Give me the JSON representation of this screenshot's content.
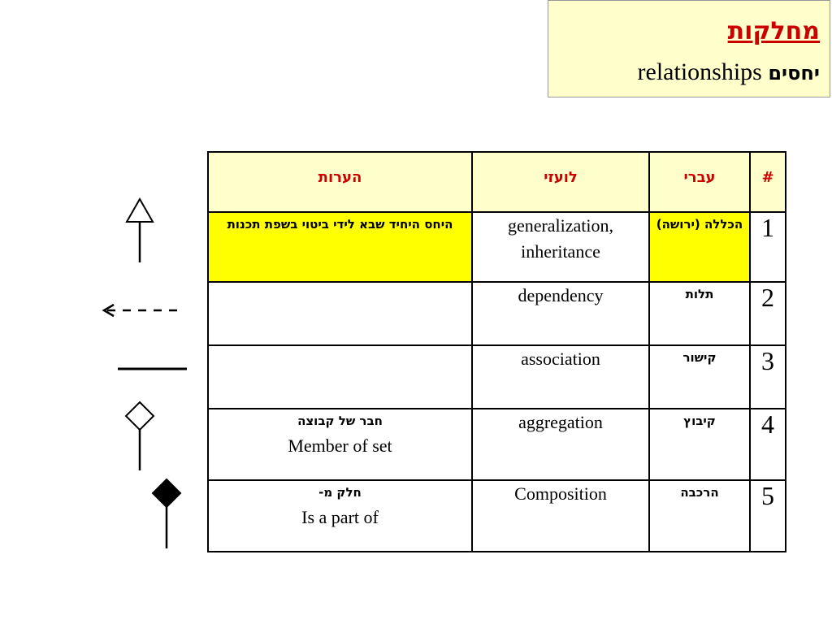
{
  "title": {
    "main": "מחלקות",
    "sub_en": "relationships",
    "sub_he": "יחסים"
  },
  "table": {
    "headers": {
      "num": "#",
      "hebrew": "עברי",
      "foreign": "לועזי",
      "notes": "הערות"
    },
    "rows": [
      {
        "num": "1",
        "hebrew": "הכללה (ירושה)",
        "foreign": "generalization, inheritance",
        "notes_he": "היחס היחיד שבא לידי ביטוי בשפת תכנות",
        "notes_en": "",
        "highlight": true
      },
      {
        "num": "2",
        "hebrew": "תלות",
        "foreign": "dependency",
        "notes_he": "",
        "notes_en": ""
      },
      {
        "num": "3",
        "hebrew": "קישור",
        "foreign": "association",
        "notes_he": "",
        "notes_en": ""
      },
      {
        "num": "4",
        "hebrew": "קיבוץ",
        "foreign": "aggregation",
        "notes_he": "חבר של קבוצה",
        "notes_en": "Member of set"
      },
      {
        "num": "5",
        "hebrew": "הרכבה",
        "foreign": "Composition",
        "notes_he": "חלק מ-",
        "notes_en": "Is a part of"
      }
    ]
  },
  "symbols": [
    "generalization-arrow-icon",
    "dependency-arrow-icon",
    "association-line-icon",
    "aggregation-diamond-icon",
    "composition-diamond-icon"
  ],
  "colors": {
    "title_red": "#cc0000",
    "header_bg": "#ffffcc",
    "highlight_yellow": "#ffff00"
  }
}
